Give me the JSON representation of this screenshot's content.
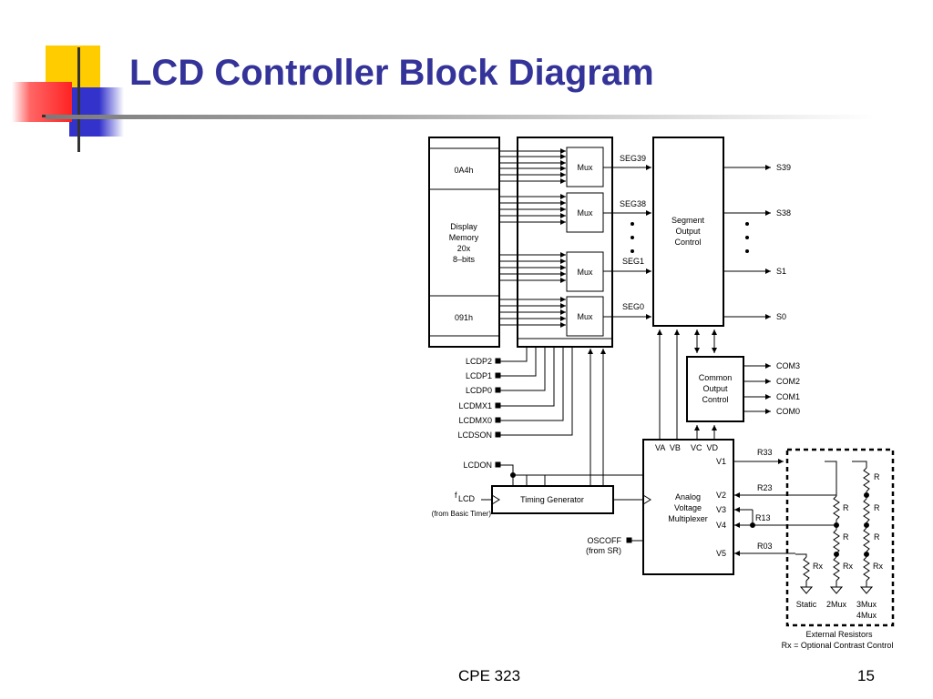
{
  "slide": {
    "title": "LCD Controller Block Diagram",
    "course": "CPE 323",
    "page_number": "15",
    "accent_colors": {
      "title": "#333399",
      "deco_yellow": "#FFCC00",
      "deco_red": "#FF3333",
      "deco_blue": "#3333CC"
    }
  },
  "diagram": {
    "memory": {
      "top_address": "0A4h",
      "name": [
        "Display",
        "Memory",
        "20x",
        "8–bits"
      ],
      "bottom_address": "091h"
    },
    "mux_label": "Mux",
    "segments_in": [
      "SEG39",
      "SEG38",
      "SEG1",
      "SEG0"
    ],
    "segment_output": [
      "Segment",
      "Output",
      "Control"
    ],
    "segments_out": [
      "S39",
      "S38",
      "S1",
      "S0"
    ],
    "common_output": [
      "Common",
      "Output",
      "Control"
    ],
    "common_out": [
      "COM3",
      "COM2",
      "COM1",
      "COM0"
    ],
    "control_pins": [
      "LCDP2",
      "LCDP1",
      "LCDP0",
      "LCDMX1",
      "LCDMX0",
      "LCDSON"
    ],
    "lcdon": "LCDON",
    "flcd": {
      "main": "f",
      "sub": "LCD",
      "note": "(from Basic Timer)"
    },
    "timing_generator": "Timing Generator",
    "analog_mux": [
      "Analog",
      "Voltage",
      "Multiplexer"
    ],
    "va_vb": "VA  VB",
    "vc_vd": "VC  VD",
    "voltage_pins": [
      "V1",
      "V2",
      "V3",
      "V4",
      "V5"
    ],
    "resistor_labels": [
      "R33",
      "R23",
      "R13",
      "R03"
    ],
    "oscoff": {
      "name": "OSCOFF",
      "note": "(from SR)"
    },
    "ext_r": "R",
    "ext_rx": "Rx",
    "ext_modes": [
      "Static",
      "2Mux",
      "3Mux",
      "4Mux"
    ],
    "external_caption": [
      "External Resistors",
      "Rx = Optional Contrast Control"
    ]
  }
}
